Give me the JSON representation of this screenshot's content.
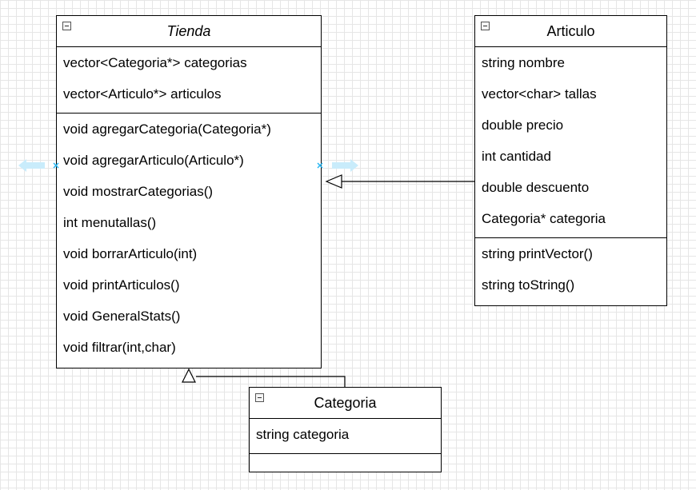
{
  "classes": {
    "tienda": {
      "name": "Tienda",
      "attributes": [
        "vector<Categoria*> categorias",
        "vector<Articulo*> articulos"
      ],
      "methods": [
        "void agregarCategoria(Categoria*)",
        "void agregarArticulo(Articulo*)",
        "void mostrarCategorias()",
        "int menutallas()",
        "void borrarArticulo(int)",
        "void printArticulos()",
        "void GeneralStats()",
        "void filtrar(int,char)"
      ]
    },
    "articulo": {
      "name": "Articulo",
      "attributes": [
        "string nombre",
        "vector<char> tallas",
        "double precio",
        "int cantidad",
        "double descuento",
        "Categoria* categoria"
      ],
      "methods": [
        "string printVector()",
        "string toString()"
      ]
    },
    "categoria": {
      "name": "Categoria",
      "attributes": [
        "string categoria"
      ],
      "methods": []
    }
  },
  "relations": [
    {
      "from": "Articulo",
      "to": "Tienda",
      "type": "generalization"
    },
    {
      "from": "Categoria",
      "to": "Tienda",
      "type": "generalization"
    }
  ],
  "colors": {
    "line": "#000000",
    "grid": "#e6e6e6",
    "handle": "#29b6f2",
    "hint_arrow": "#c9ecfb"
  }
}
